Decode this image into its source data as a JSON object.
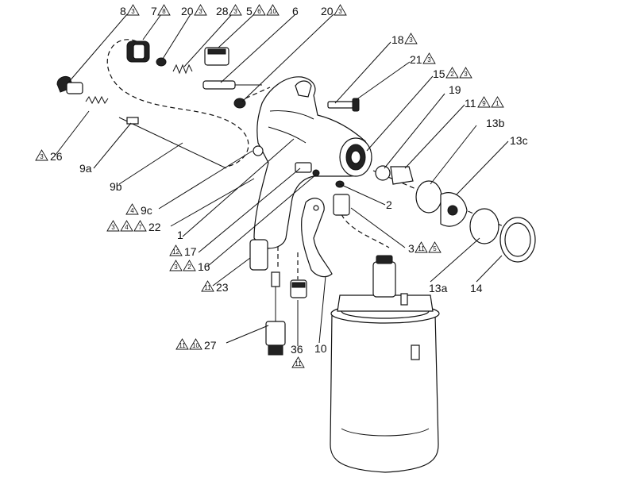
{
  "labels": [
    {
      "id": "p8",
      "num": "8",
      "refs": [
        "3"
      ]
    },
    {
      "id": "p7",
      "num": "7",
      "refs": [
        "8"
      ]
    },
    {
      "id": "p20a",
      "num": "20",
      "refs": [
        "3"
      ]
    },
    {
      "id": "p28",
      "num": "28",
      "refs": [
        "3"
      ]
    },
    {
      "id": "p5",
      "num": "5",
      "refs": [
        "6",
        "10"
      ]
    },
    {
      "id": "p6",
      "num": "6",
      "refs": []
    },
    {
      "id": "p20b",
      "num": "20",
      "refs": [
        "3"
      ]
    },
    {
      "id": "p18",
      "num": "18",
      "refs": [
        "3"
      ]
    },
    {
      "id": "p21",
      "num": "21",
      "refs": [
        "3"
      ]
    },
    {
      "id": "p15",
      "num": "15",
      "refs": [
        "2",
        "3"
      ]
    },
    {
      "id": "p19",
      "num": "19",
      "refs": []
    },
    {
      "id": "p11",
      "num": "11",
      "refs": [
        "9",
        "1"
      ]
    },
    {
      "id": "p13b",
      "num": "13b",
      "refs": []
    },
    {
      "id": "p13c",
      "num": "13c",
      "refs": []
    },
    {
      "id": "p26",
      "num": "26",
      "refs": [
        "3"
      ]
    },
    {
      "id": "p9a",
      "num": "9a",
      "refs": []
    },
    {
      "id": "p9b",
      "num": "9b",
      "refs": []
    },
    {
      "id": "p9c",
      "num": "9c",
      "refs": [
        "4"
      ]
    },
    {
      "id": "p22",
      "num": "22",
      "refs": [
        "3",
        "4",
        "7"
      ]
    },
    {
      "id": "p1",
      "num": "1",
      "refs": []
    },
    {
      "id": "p17",
      "num": "17",
      "refs": [
        "12"
      ]
    },
    {
      "id": "p16",
      "num": "16",
      "refs": [
        "3",
        "2"
      ]
    },
    {
      "id": "p2",
      "num": "2",
      "refs": []
    },
    {
      "id": "p3",
      "num": "3",
      "refs": [
        "11",
        "5"
      ]
    },
    {
      "id": "p13a",
      "num": "13a",
      "refs": []
    },
    {
      "id": "p14",
      "num": "14",
      "refs": []
    },
    {
      "id": "p23",
      "num": "23",
      "refs": [
        "11"
      ]
    },
    {
      "id": "p27",
      "num": "27",
      "refs": [
        "11",
        "10"
      ]
    },
    {
      "id": "p36",
      "num": "36",
      "refs": [
        "11"
      ]
    },
    {
      "id": "p10",
      "num": "10",
      "refs": []
    }
  ]
}
